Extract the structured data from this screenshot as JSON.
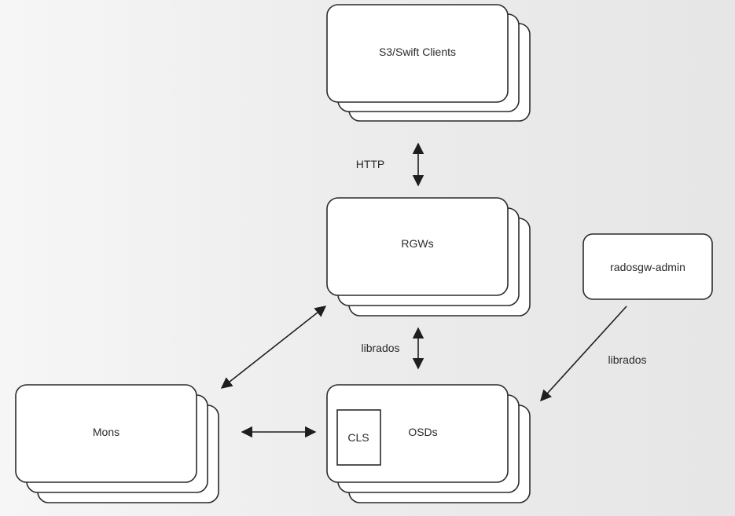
{
  "nodes": {
    "clients": {
      "label": "S3/Swift Clients"
    },
    "rgws": {
      "label": "RGWs"
    },
    "admin": {
      "label": "radosgw-admin"
    },
    "mons": {
      "label": "Mons"
    },
    "osds": {
      "label": "OSDs"
    },
    "cls": {
      "label": "CLS"
    }
  },
  "edges": {
    "http": {
      "label": "HTTP"
    },
    "librados_rgw_osd": {
      "label": "librados"
    },
    "librados_admin_osd": {
      "label": "librados"
    }
  }
}
